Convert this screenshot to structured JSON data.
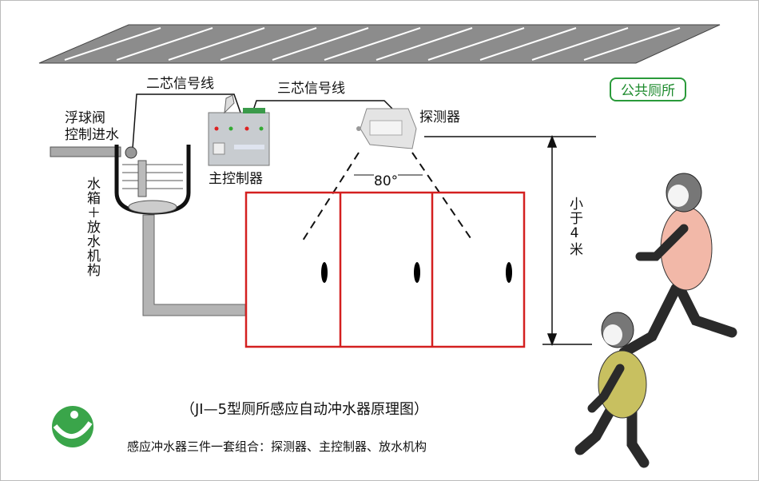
{
  "labels": {
    "float_valve": "浮球阀",
    "inlet_control": "控制进水",
    "tank_mechanism": "水箱＋放水机构",
    "two_core_wire": "二芯信号线",
    "three_core_wire": "三芯信号线",
    "detector": "探测器",
    "main_controller": "主控制器",
    "angle": "80°",
    "distance": "小于4米",
    "public_toilet": "公共厕所"
  },
  "title": "（JI—5型厕所感应自动冲水器原理图）",
  "subtitle": "感应冲水器三件一套组合：探测器、主控制器、放水机构",
  "colors": {
    "stall": "#d42020",
    "green": "#2a9a3a",
    "ceiling": "#8a8a8a"
  }
}
